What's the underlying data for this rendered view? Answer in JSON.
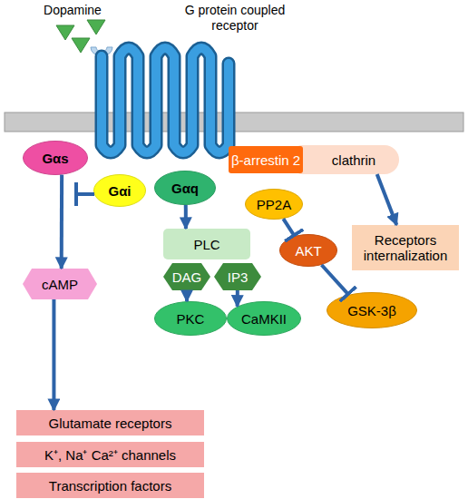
{
  "diagram": {
    "nodes": [
      {
        "text": [
          "Gαs"
        ]
      },
      {
        "text": [
          "Gαi"
        ]
      },
      {
        "text": [
          "Gαq"
        ]
      },
      {
        "text": [
          "β-arrestin 2"
        ]
      },
      {
        "text": [
          "clathrin"
        ]
      },
      {
        "text": [
          "PP2A"
        ]
      },
      {
        "text": [
          "Receptors internalization"
        ]
      },
      {
        "text": [
          "PLC"
        ]
      },
      {
        "text": [
          "AKT"
        ]
      },
      {
        "text": [
          "DAG"
        ]
      },
      {
        "text": [
          "IP3"
        ]
      },
      {
        "text": [
          "cAMP"
        ]
      },
      {
        "text": [
          "PKC"
        ]
      },
      {
        "text": [
          "CaMKII"
        ]
      },
      {
        "text": [
          "GSK-3β"
        ]
      },
      {
        "text": [
          "Glutamate receptors"
        ]
      },
      {
        "text": [
          "K⁺, Na⁺ Ca²⁺ channels"
        ]
      },
      {
        "text": [
          "Transcription factors"
        ]
      }
    ],
    "edges": [
      {
        "from": 0,
        "to": 11,
        "arrow": "to"
      },
      {
        "from": 2,
        "to": 7,
        "arrow": "to"
      },
      {
        "from": 9,
        "to": 12,
        "arrow": "to"
      },
      {
        "from": 10,
        "to": 13,
        "arrow": "to"
      },
      {
        "from": 5,
        "to": 8,
        "arrow": "to"
      },
      {
        "from": 8,
        "to": 14,
        "arrow": "to"
      },
      {
        "from": 4,
        "to": 6,
        "arrow": "to"
      },
      {
        "from": 11,
        "to": 15,
        "arrow": "to"
      }
    ],
    "labels": [
      "Dopamine",
      "G protein coupled receptor"
    ]
  }
}
